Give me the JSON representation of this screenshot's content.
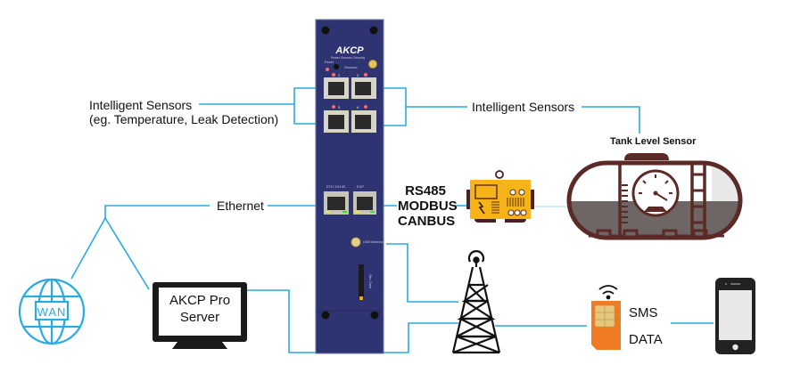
{
  "diagram": {
    "title": "AKCP sensorProbe connectivity diagram",
    "colors": {
      "line": "#29abe2",
      "device_body": "#2e3372",
      "device_edge": "#5a5f9a",
      "generator": "#f5b418",
      "tank": "#5b2a26",
      "tank_fill": "#6e6565",
      "sim": "#f07b22",
      "sim_chip": "#e7c77c",
      "led_red": "#ff6a6a",
      "led_green": "#3ddc3d",
      "led_yellow": "#e8e84a"
    },
    "device": {
      "brand": "AKCP",
      "tagline": "Power Sensors Security",
      "reset_label": "Reset",
      "sensors_label": "Sensors",
      "ports": [
        "1",
        "2",
        "3",
        "4"
      ],
      "eth_label": "ETH 10/100",
      "exp_label": "EXP",
      "gsm_label": "GSM Antenna",
      "sim_label": "Sim Card"
    },
    "labels": {
      "left_sensors_line1": "Intelligent Sensors",
      "left_sensors_line2": "(eg. Temperature, Leak Detection)",
      "right_sensors": "Intelligent Sensors",
      "ethernet": "Ethernet",
      "bus_line1": "RS485",
      "bus_line2": "MODBUS",
      "bus_line3": "CANBUS",
      "tank": "Tank Level Sensor",
      "wan": "WAN",
      "server_line1": "AKCP Pro",
      "server_line2": "Server",
      "sms": "SMS",
      "data": "DATA"
    },
    "nodes": [
      {
        "id": "akcp-device",
        "icon": "rack-unit-icon"
      },
      {
        "id": "wan",
        "icon": "globe-icon"
      },
      {
        "id": "pro-server",
        "icon": "monitor-icon"
      },
      {
        "id": "generator",
        "icon": "generator-icon"
      },
      {
        "id": "tank",
        "icon": "tank-icon"
      },
      {
        "id": "cell-tower",
        "icon": "cell-tower-icon"
      },
      {
        "id": "sim",
        "icon": "sim-card-icon"
      },
      {
        "id": "phone",
        "icon": "smartphone-icon"
      }
    ]
  }
}
